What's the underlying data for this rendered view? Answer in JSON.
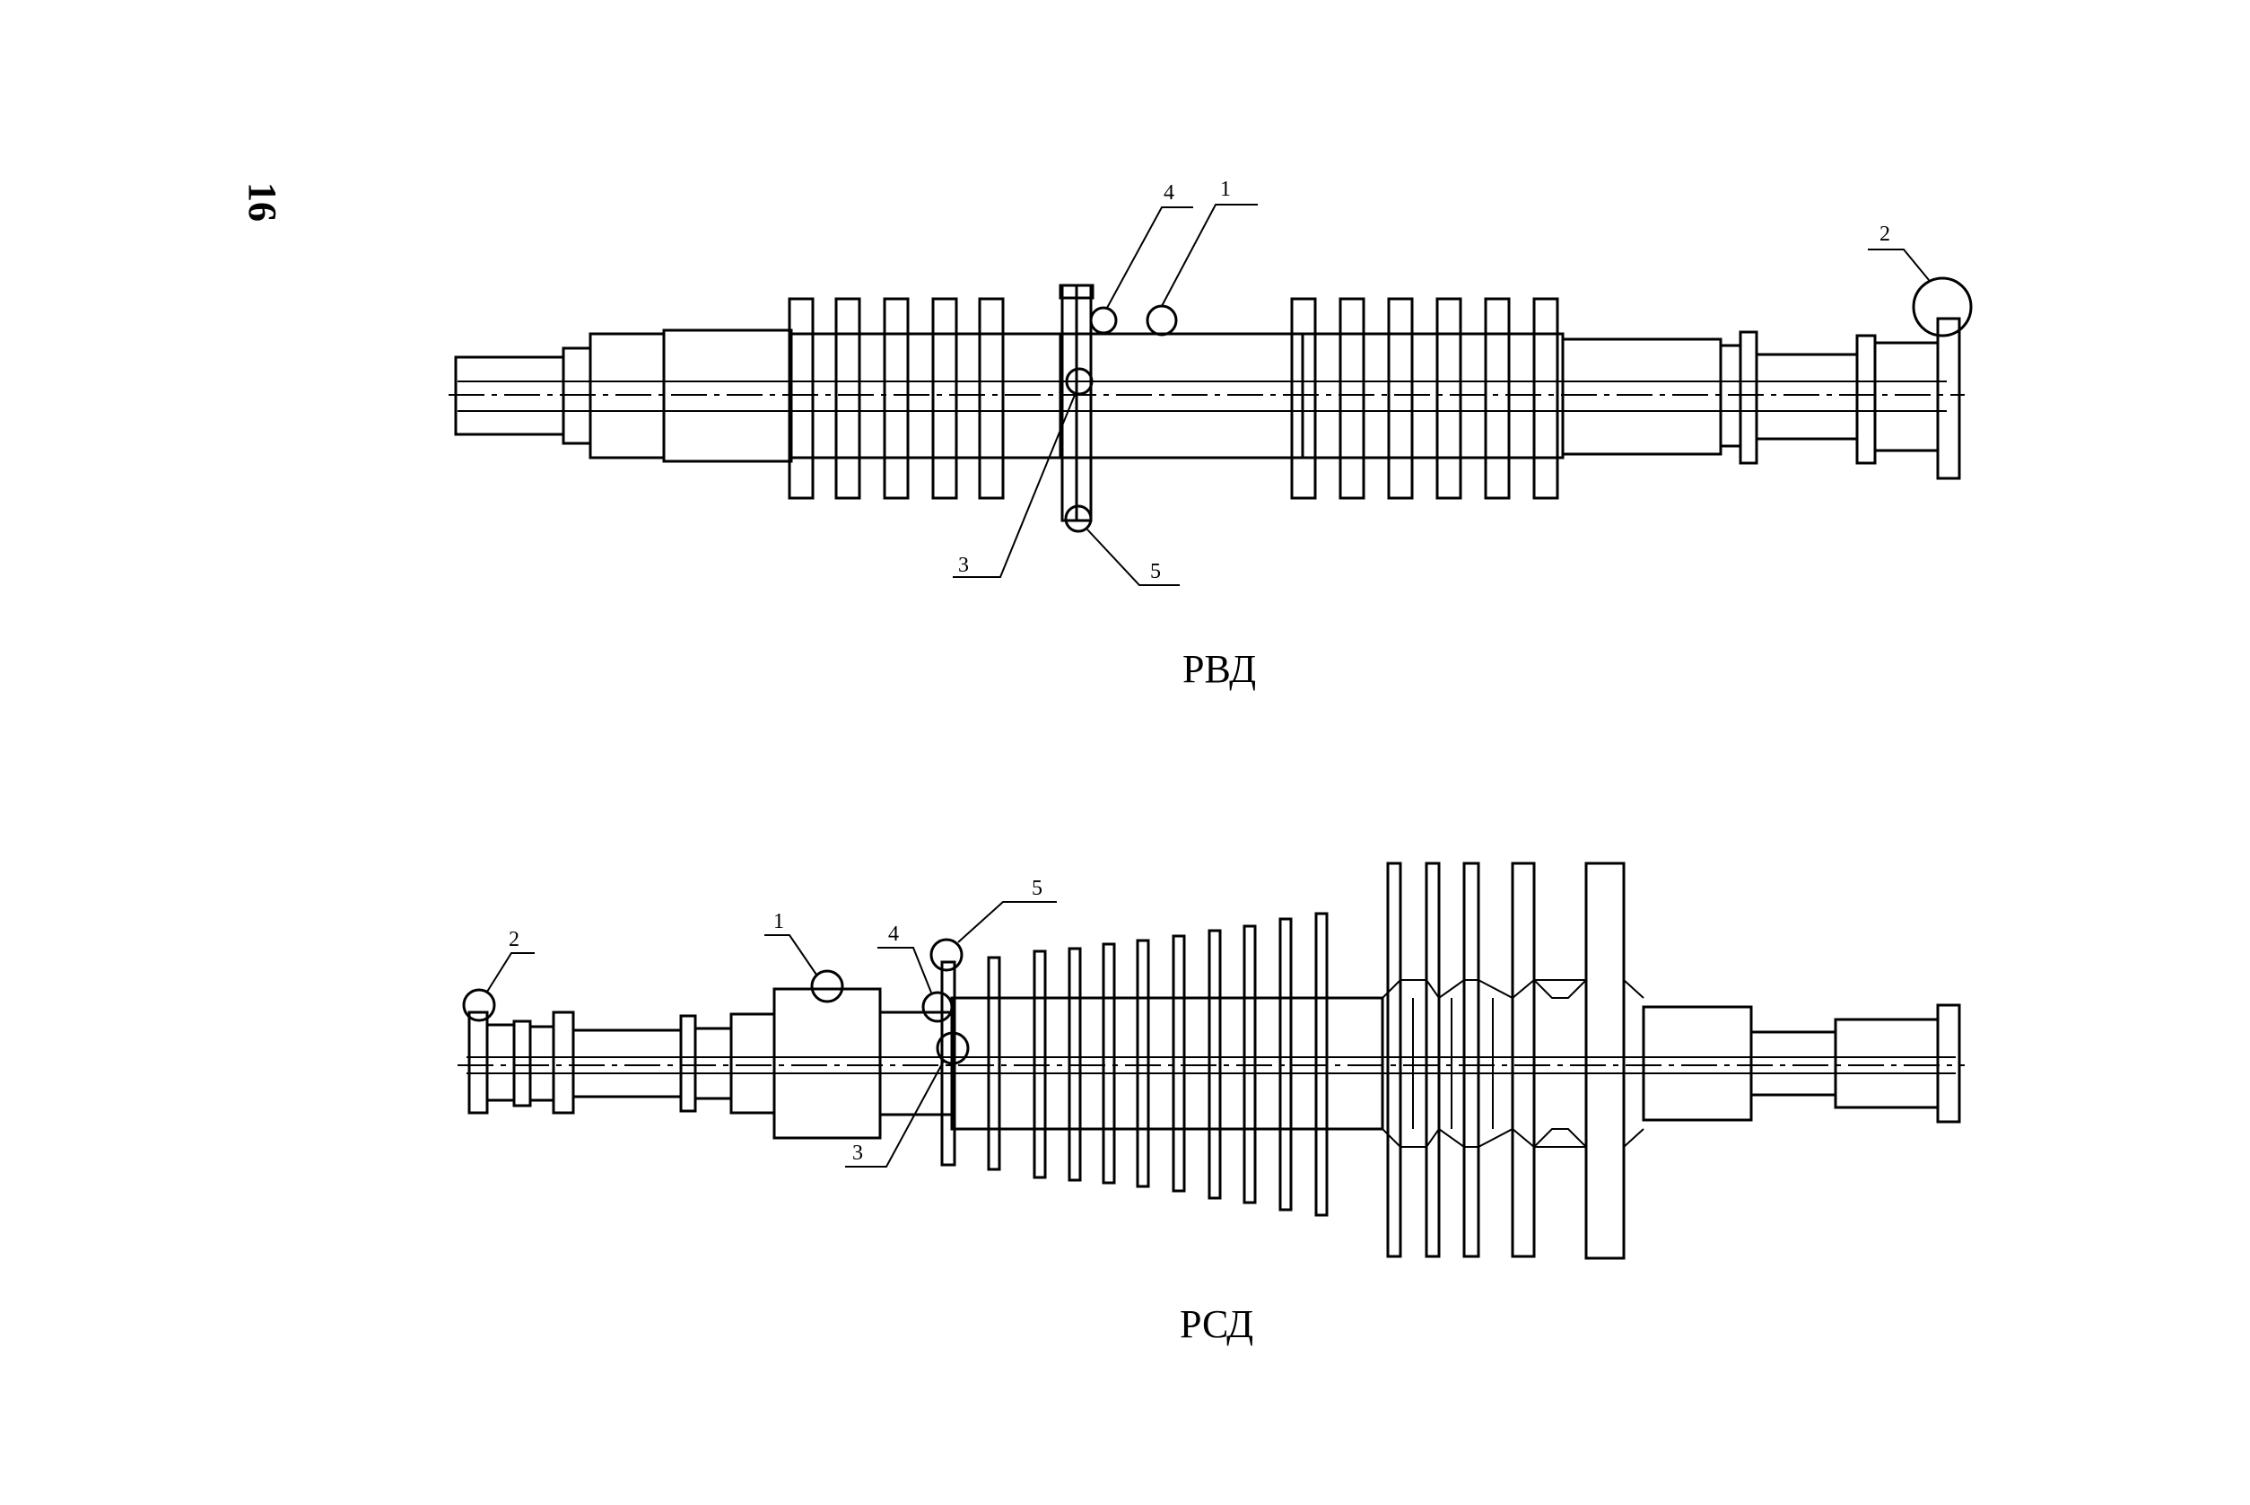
{
  "page_number": "16",
  "rotors": [
    {
      "caption": "РВД",
      "callouts": [
        "1",
        "2",
        "3",
        "4",
        "5"
      ]
    },
    {
      "caption": "РСД",
      "callouts": [
        "1",
        "2",
        "3",
        "4",
        "5"
      ]
    }
  ],
  "colors": {
    "ink": "#000000",
    "paper": "#ffffff"
  }
}
